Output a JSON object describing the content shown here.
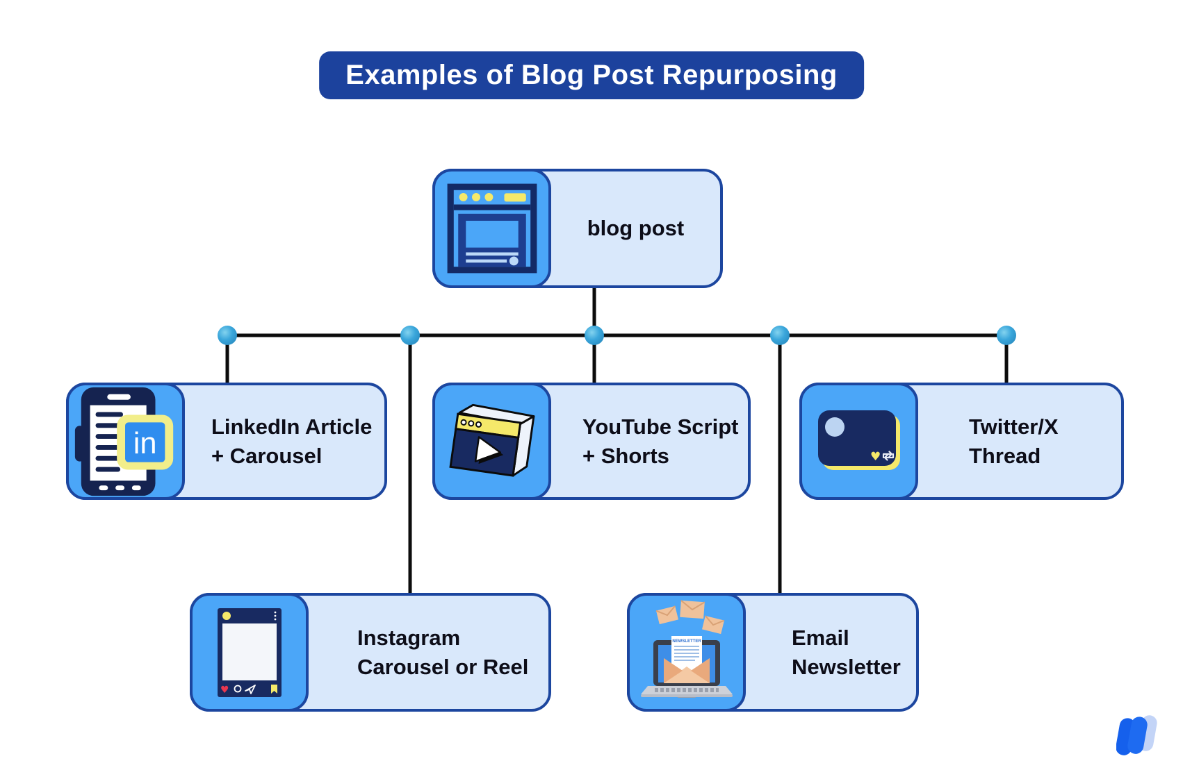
{
  "title": "Examples of Blog Post Repurposing",
  "root": {
    "label": "blog post",
    "icon": "browser-window-icon"
  },
  "children": [
    {
      "line1": "LinkedIn Article",
      "line2": "+ Carousel",
      "icon": "linkedin-phone-icon",
      "badge_text": "in"
    },
    {
      "line1": "YouTube Script",
      "line2": "+ Shorts",
      "icon": "video-player-icon"
    },
    {
      "line1": "Twitter/X",
      "line2": "Thread",
      "icon": "tweet-card-icon"
    },
    {
      "line1": "Instagram",
      "line2": "Carousel or Reel",
      "icon": "instagram-post-icon"
    },
    {
      "line1": "Email",
      "line2": "Newsletter",
      "icon": "laptop-newsletter-icon",
      "document_title": "NEWSLETTER"
    }
  ],
  "colors": {
    "banner_bg": "#1c429d",
    "node_bg": "#d9e8fb",
    "node_border": "#1c469f",
    "tile_bg": "#4ba6f8",
    "navy": "#162a61",
    "yellow": "#f5e96a",
    "connector_line": "#0c0c0c",
    "connector_dot": "#35a2d9",
    "heart_red": "#e8374f",
    "logo_blue": "#1560ec",
    "logo_light": "#c3d4f7"
  }
}
